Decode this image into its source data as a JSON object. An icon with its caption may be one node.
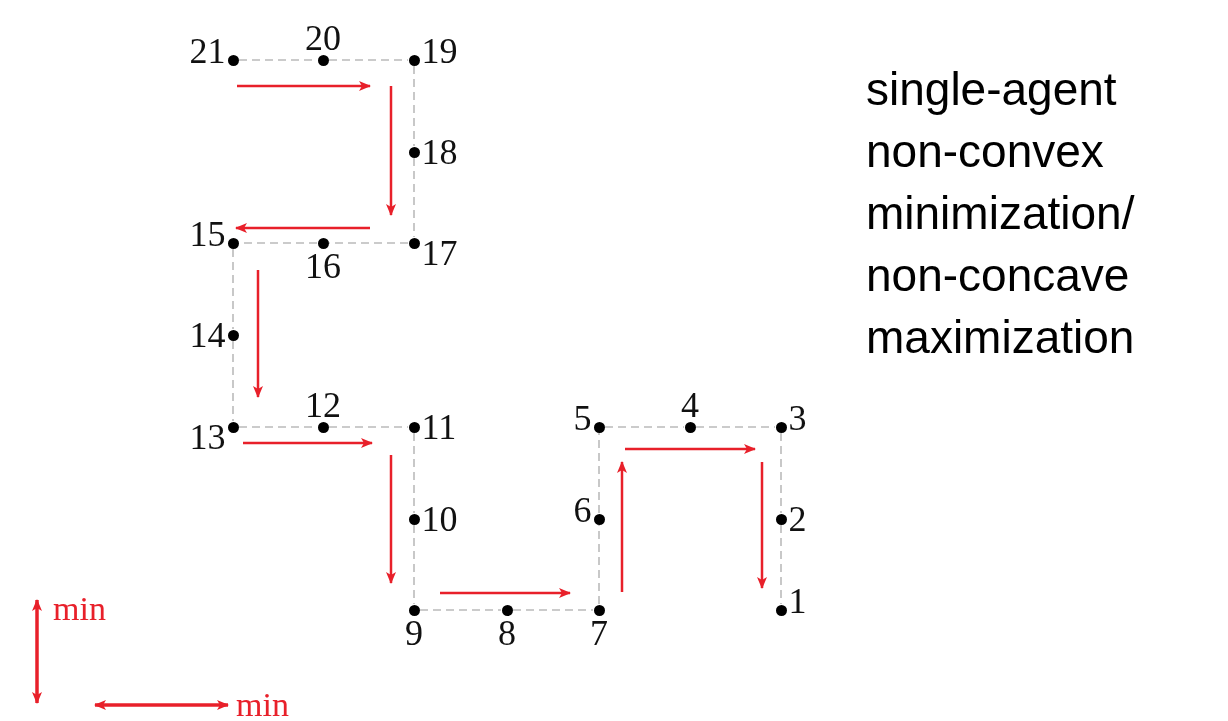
{
  "diagram": {
    "nodes": [
      {
        "text": [
          "21"
        ]
      },
      {
        "text": [
          "20"
        ]
      },
      {
        "text": [
          "19"
        ]
      },
      {
        "text": [
          "18"
        ]
      },
      {
        "text": [
          "17"
        ]
      },
      {
        "text": [
          "16"
        ]
      },
      {
        "text": [
          "15"
        ]
      },
      {
        "text": [
          "14"
        ]
      },
      {
        "text": [
          "13"
        ]
      },
      {
        "text": [
          "12"
        ]
      },
      {
        "text": [
          "11"
        ]
      },
      {
        "text": [
          "10"
        ]
      },
      {
        "text": [
          "9"
        ]
      },
      {
        "text": [
          "8"
        ]
      },
      {
        "text": [
          "7"
        ]
      },
      {
        "text": [
          "6"
        ]
      },
      {
        "text": [
          "5"
        ]
      },
      {
        "text": [
          "4"
        ]
      },
      {
        "text": [
          "3"
        ]
      },
      {
        "text": [
          "2"
        ]
      },
      {
        "text": [
          "1"
        ]
      }
    ],
    "edges": [
      {
        "from": 0,
        "to": 1,
        "arrow": "none",
        "style": "dashed"
      },
      {
        "from": 1,
        "to": 2,
        "arrow": "none",
        "style": "dashed"
      },
      {
        "from": 2,
        "to": 3,
        "arrow": "none",
        "style": "dashed"
      },
      {
        "from": 3,
        "to": 4,
        "arrow": "none",
        "style": "dashed"
      },
      {
        "from": 4,
        "to": 5,
        "arrow": "none",
        "style": "dashed"
      },
      {
        "from": 5,
        "to": 6,
        "arrow": "none",
        "style": "dashed"
      },
      {
        "from": 6,
        "to": 7,
        "arrow": "none",
        "style": "dashed"
      },
      {
        "from": 7,
        "to": 8,
        "arrow": "none",
        "style": "dashed"
      },
      {
        "from": 8,
        "to": 9,
        "arrow": "none",
        "style": "dashed"
      },
      {
        "from": 9,
        "to": 10,
        "arrow": "none",
        "style": "dashed"
      },
      {
        "from": 10,
        "to": 11,
        "arrow": "none",
        "style": "dashed"
      },
      {
        "from": 11,
        "to": 12,
        "arrow": "none",
        "style": "dashed"
      },
      {
        "from": 12,
        "to": 13,
        "arrow": "none",
        "style": "dashed"
      },
      {
        "from": 13,
        "to": 14,
        "arrow": "none",
        "style": "dashed"
      },
      {
        "from": 14,
        "to": 15,
        "arrow": "none",
        "style": "dashed"
      },
      {
        "from": 15,
        "to": 16,
        "arrow": "none",
        "style": "dashed"
      },
      {
        "from": 16,
        "to": 17,
        "arrow": "none",
        "style": "dashed"
      },
      {
        "from": 17,
        "to": 18,
        "arrow": "none",
        "style": "dashed"
      },
      {
        "from": 18,
        "to": 19,
        "arrow": "none",
        "style": "dashed"
      },
      {
        "from": 19,
        "to": 20,
        "arrow": "none",
        "style": "dashed"
      }
    ],
    "labels": [
      "single-agent non-convex minimization/ non-concave maximization",
      "min",
      "min"
    ]
  }
}
